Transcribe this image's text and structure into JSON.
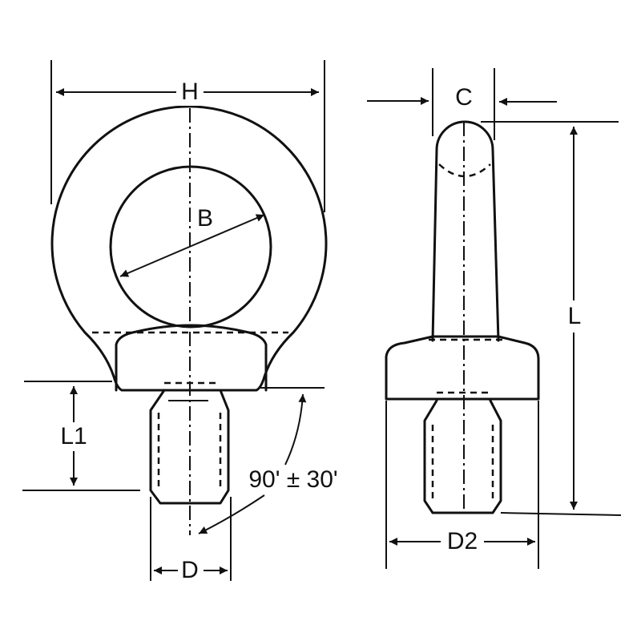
{
  "labels": {
    "H": "H",
    "B": "B",
    "C": "C",
    "L": "L",
    "L1": "L1",
    "D": "D",
    "D2": "D2",
    "angle": "90' ± 30'"
  },
  "colors": {
    "line": "#111111",
    "background": "#ffffff"
  }
}
